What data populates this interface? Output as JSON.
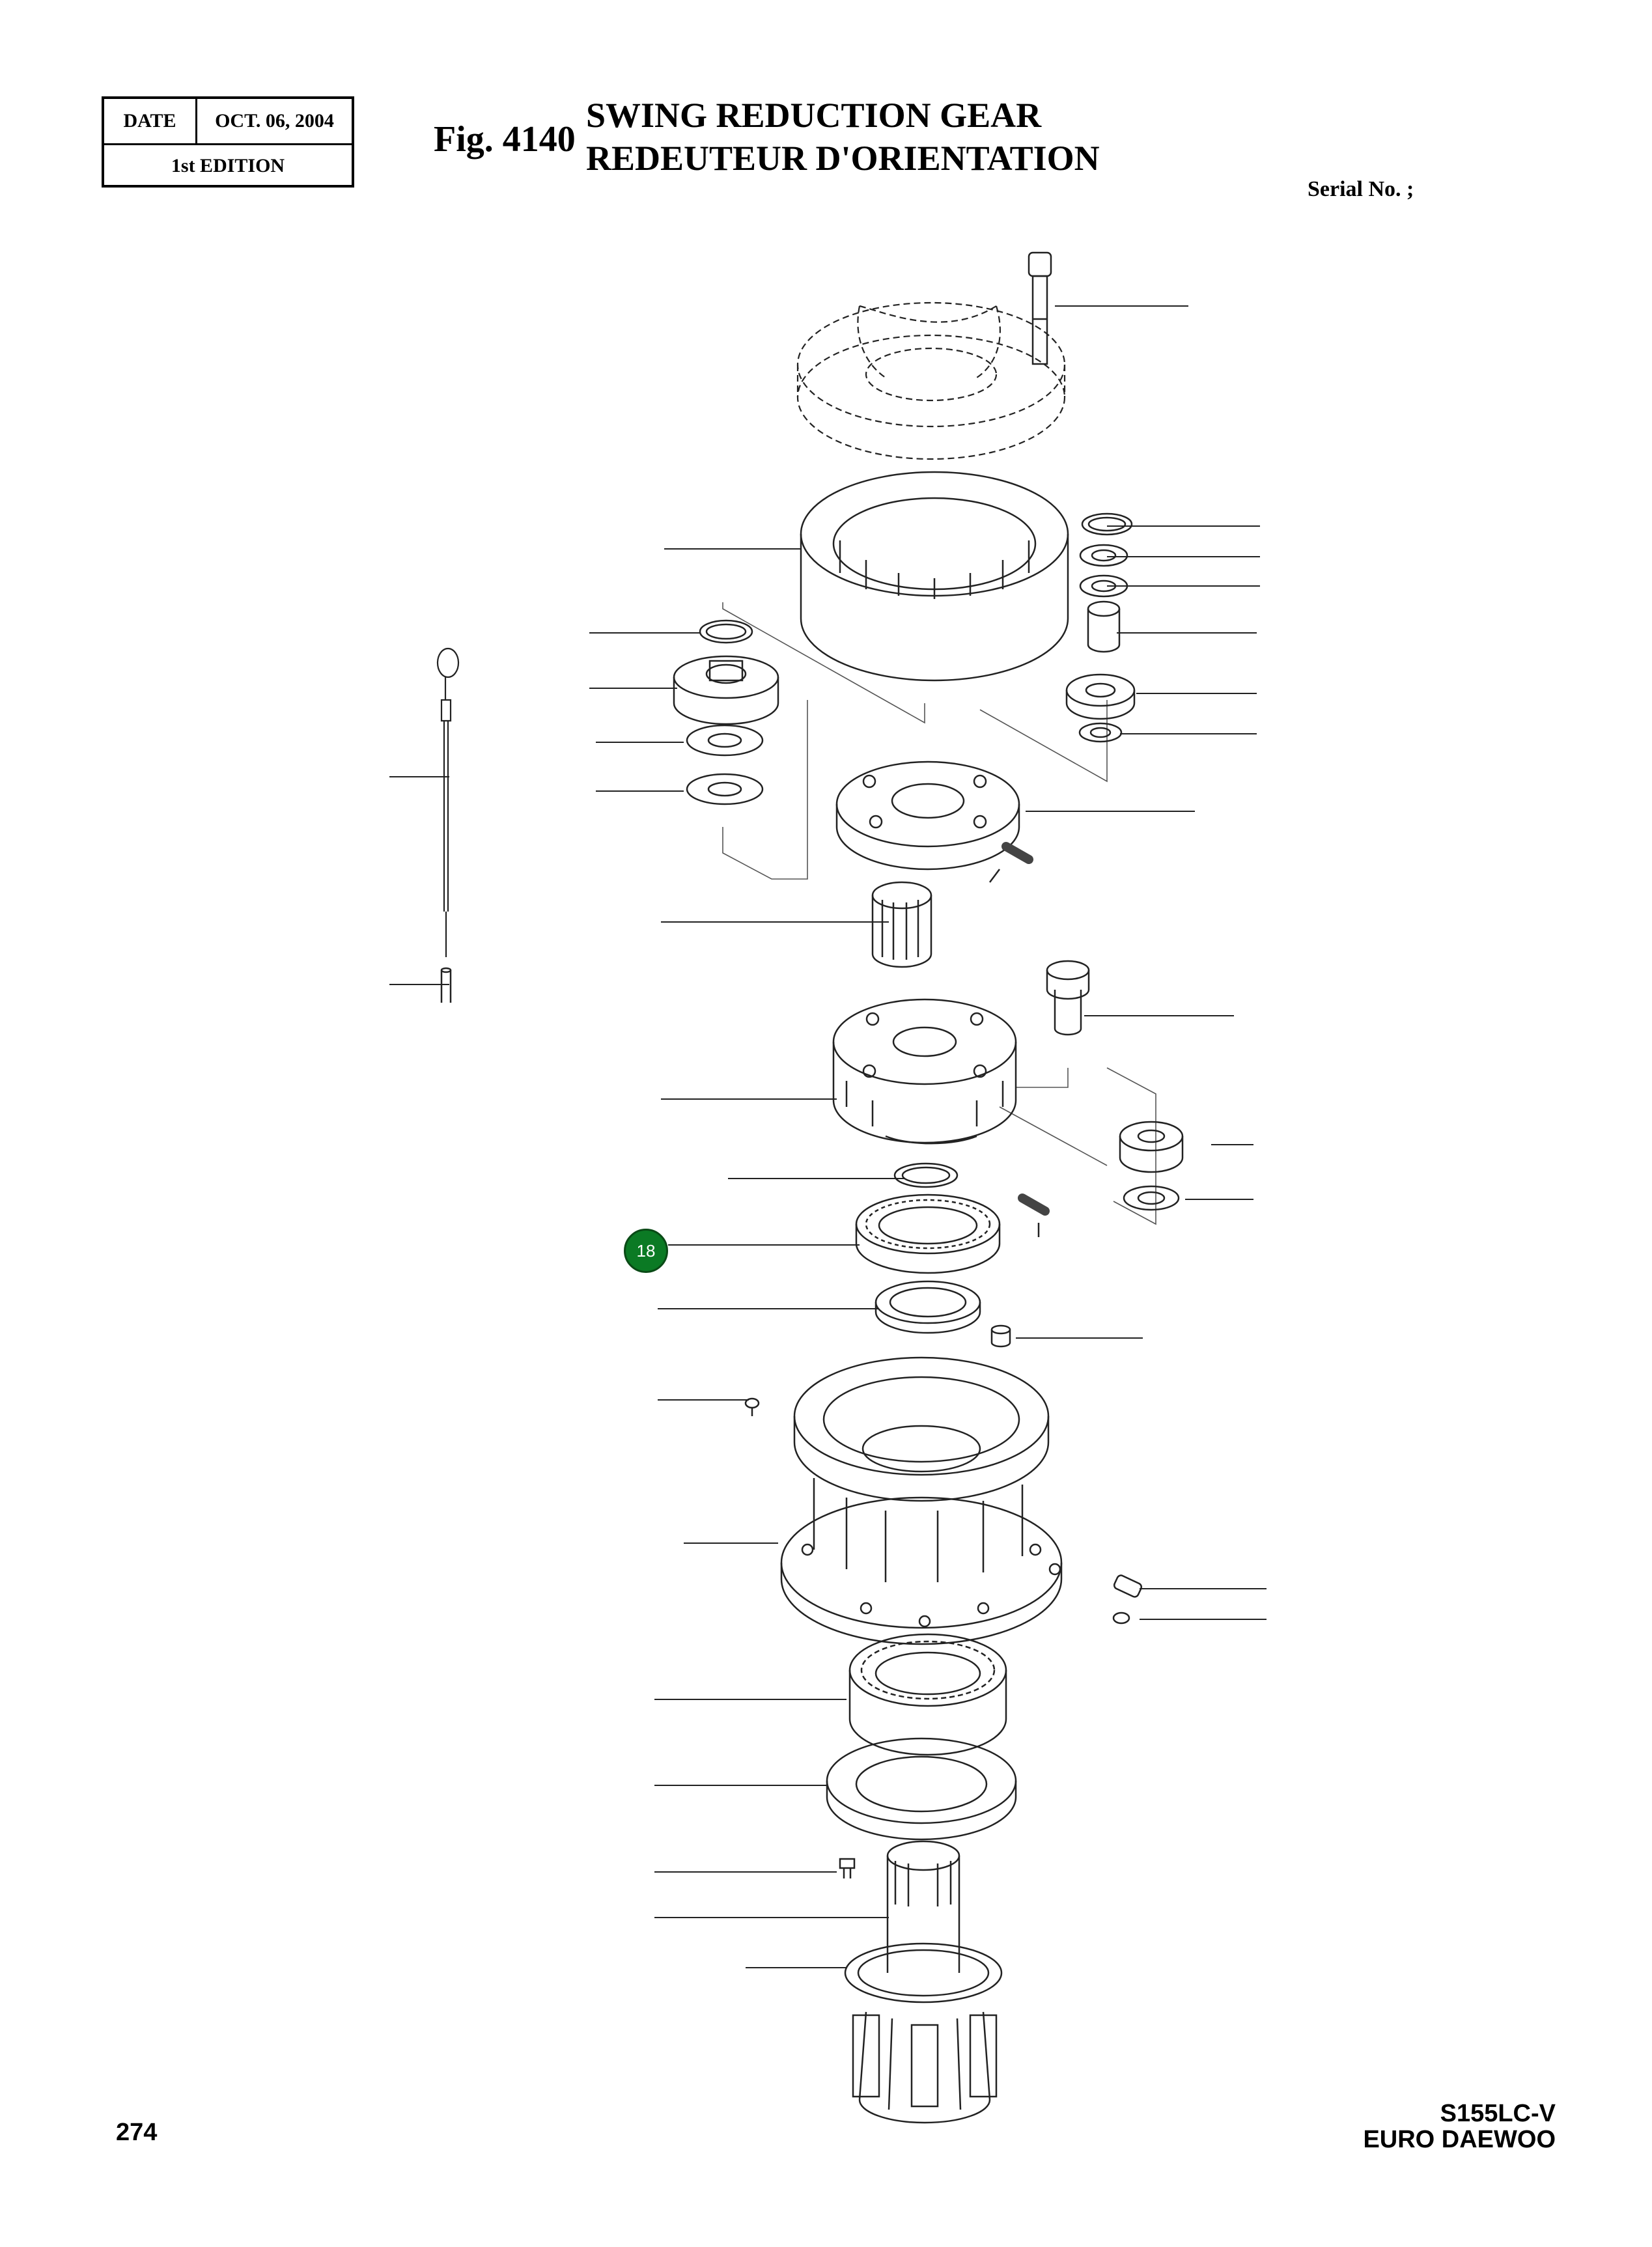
{
  "header": {
    "date_label": "DATE",
    "date_value": "OCT. 06, 2004",
    "edition": "1st EDITION",
    "figure": "Fig. 4140",
    "title_line1": "SWING REDUCTION GEAR",
    "title_line2": "REDEUTEUR D'ORIENTATION",
    "serial": "Serial No. ;"
  },
  "callout": {
    "number": "18",
    "color": "#0b7a24"
  },
  "footer": {
    "page_number": "274",
    "model_line1": "S155LC-V",
    "model_line2": "EURO DAEWOO"
  }
}
